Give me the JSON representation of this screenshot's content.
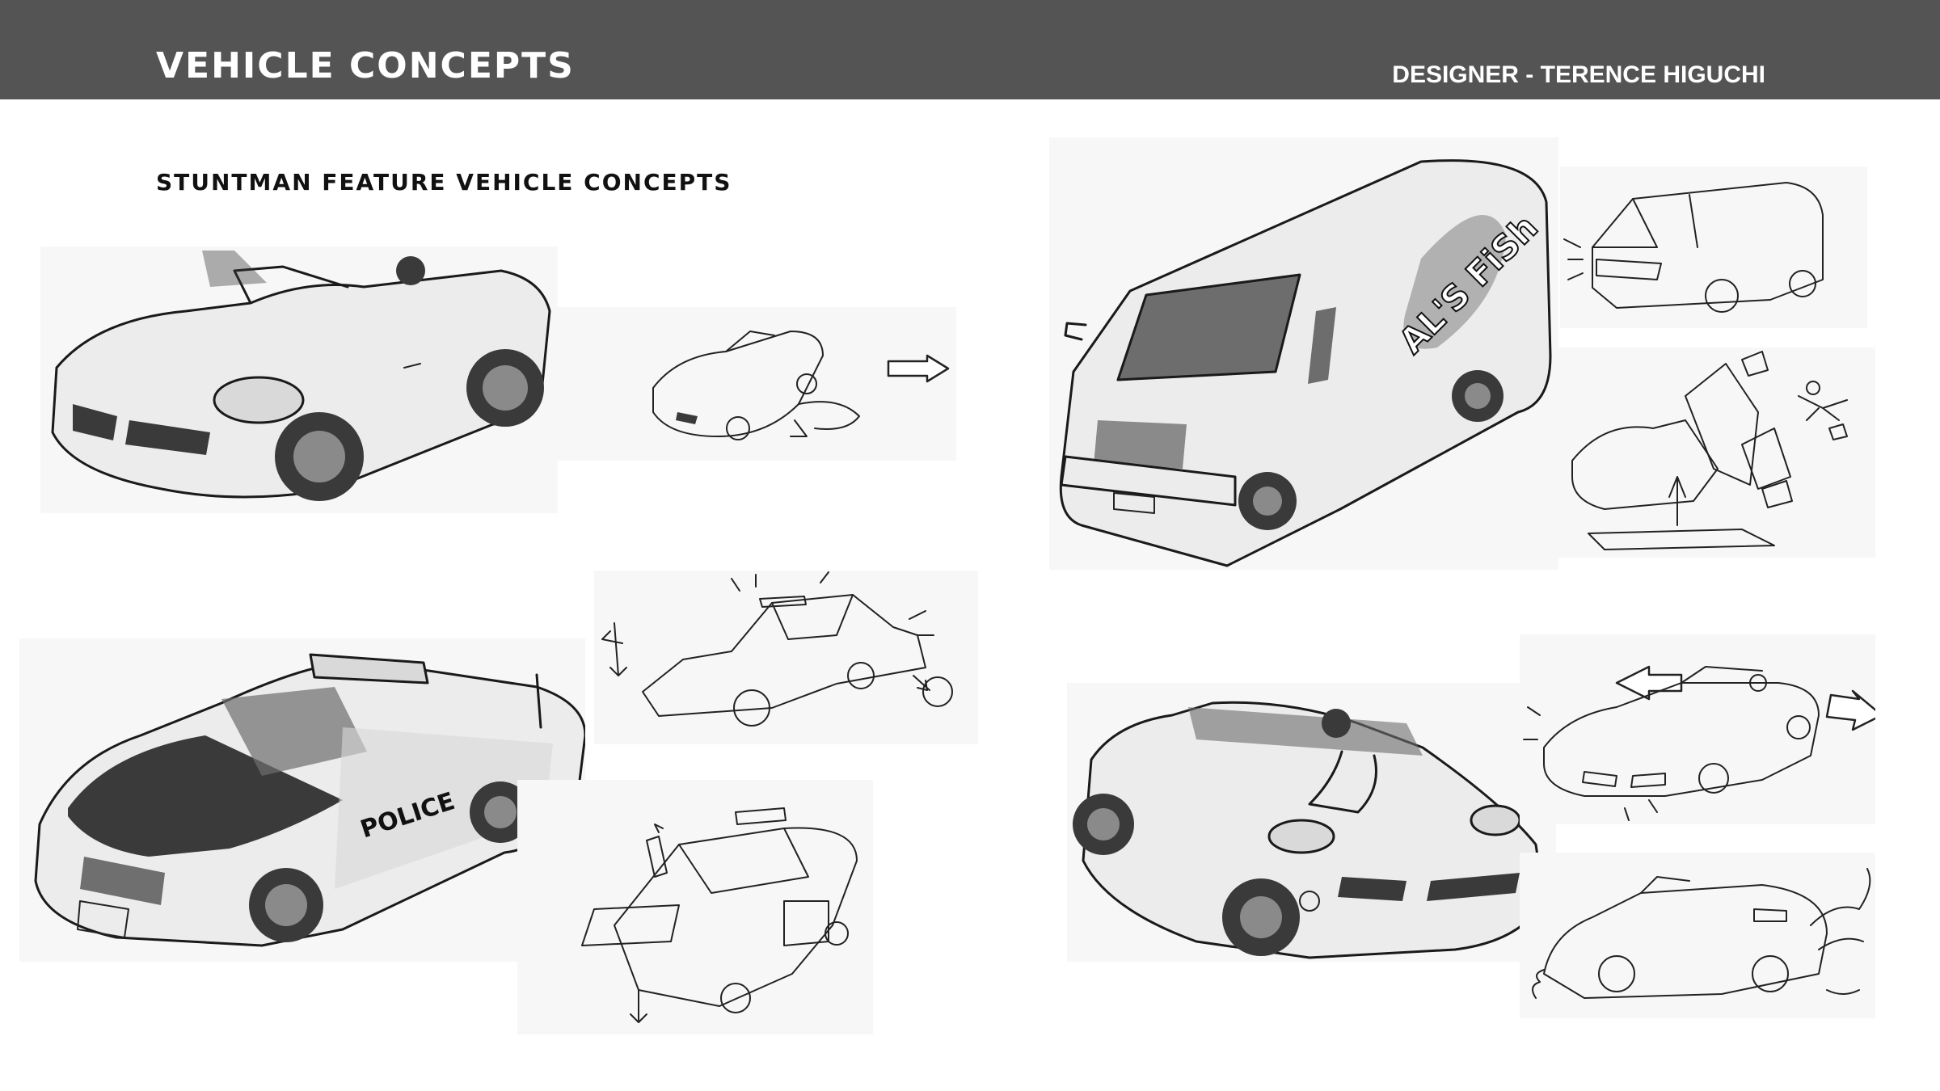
{
  "header": {
    "title": "VEHICLE CONCEPTS",
    "designer": "DESIGNER - TERENCE HIGUCHI",
    "background_color": "#555454"
  },
  "section": {
    "title": "STUNTMAN FEATURE VEHICLE CONCEPTS"
  },
  "sketches": {
    "van_logo": "AL'S FiSh",
    "police_decal": "POLICE"
  }
}
